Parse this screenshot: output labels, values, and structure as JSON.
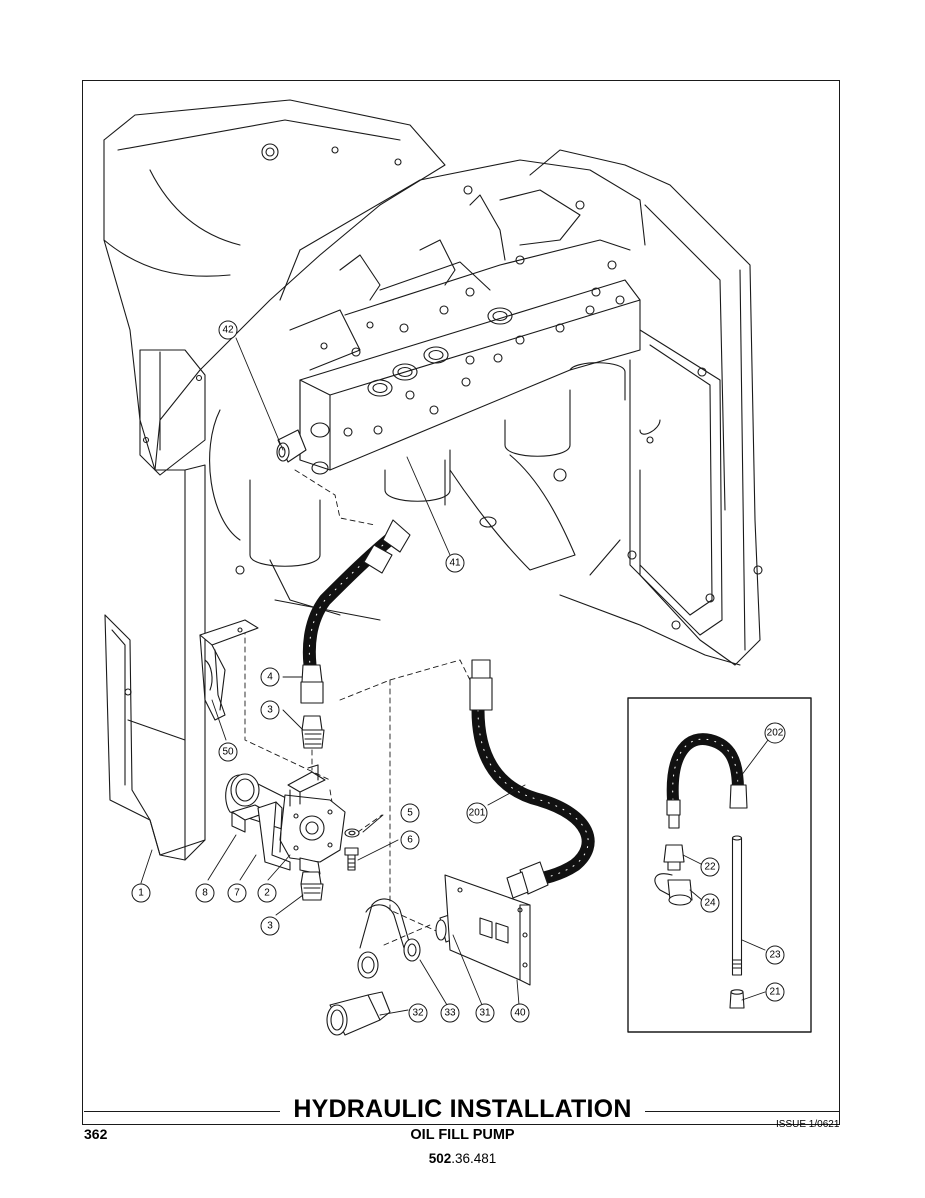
{
  "title": "HYDRAULIC INSTALLATION",
  "subtitle": "OIL FILL PUMP",
  "part_number_prefix": "502",
  "part_number_suffix": ".36.481",
  "page_number": "362",
  "issue": "ISSUE 1/0621",
  "callouts": [
    "42",
    "41",
    "4",
    "3",
    "50",
    "5",
    "6",
    "1",
    "8",
    "7",
    "2",
    "3",
    "201",
    "33",
    "32",
    "31",
    "40",
    "202",
    "22",
    "24",
    "23",
    "21"
  ],
  "colors": {
    "line": "#1a1a1a",
    "hose": "#111111",
    "paper": "#ffffff"
  }
}
